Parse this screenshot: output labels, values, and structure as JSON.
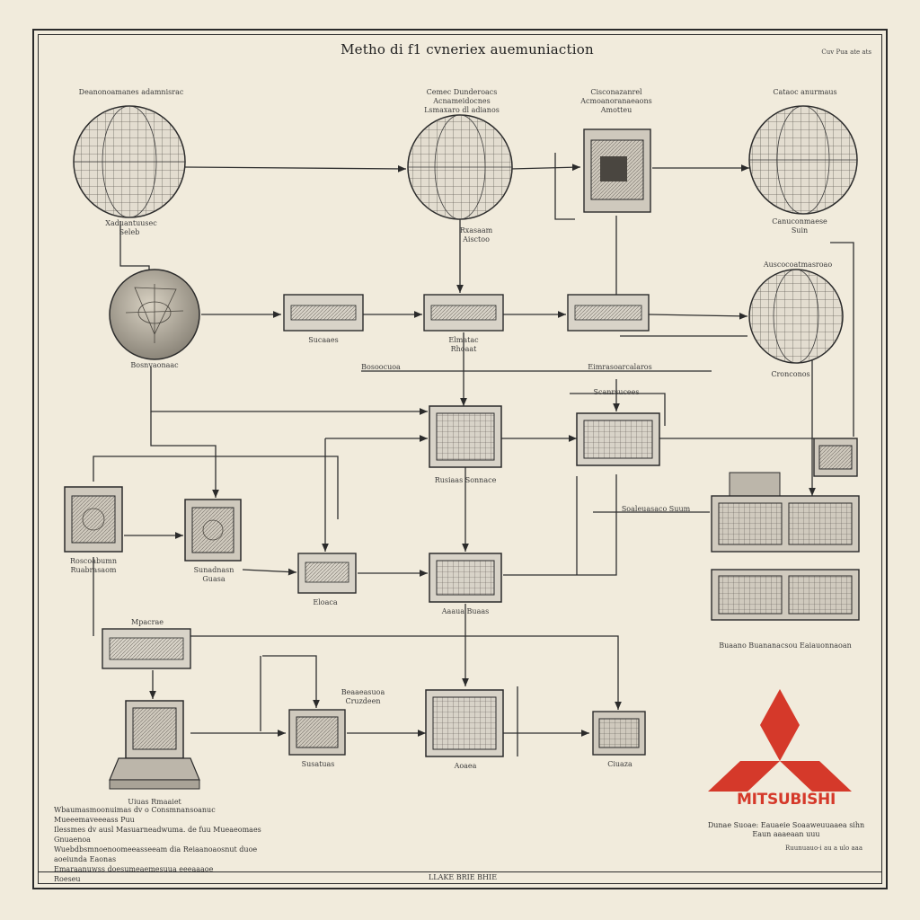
{
  "title": "Metho di f1 cvneriex auemuniaction",
  "corner_note": "Cuv  Pua ate ats",
  "footer": "LLAKE  BRIE  BHIE",
  "captions": {
    "globe_tl_top": "Deanonoamanes adamnisrac",
    "globe_tl_bottom": "Xaduantuusec",
    "globe_tl_mid": "Seleb",
    "globe_tc_top": "Cemec Dunderoacs Acnameidocnes Lsmaxaro dl adianos",
    "globe_tc_bottom": "Rxasaam Aisctoo",
    "monitor_top": "Cisconazanrel Acmoanoranaeaons Amotteu",
    "globe_tr_top": "Cataoc anurmaus",
    "globe_tr_bottom": "Canuconmaese Suin",
    "sphere_mid_top": "Auscocoatmasroao",
    "sphere_mid_bottom": "Cronconos",
    "core_bottom": "Bosnvaonaac",
    "box1_bottom": "Sucaaes",
    "box2_bottom": "Elmatac Rhoaat",
    "box3_bottom": "",
    "bus_left": "Bosoocuoa",
    "bus_right": "Eimrasoarcalaros",
    "grid1_bottom": "Rusiaas Sonnace",
    "grid2_top": "Scanrsucees",
    "panel_left_bottom": "Roscoabumn Ruabrasaom",
    "panel_mid_bottom": "Sunadnasn Guasa",
    "small_panel_bottom": "Eloaca",
    "grid3_bottom": "Aaaua Buaas",
    "rack_left": "Soaleuasaco  Suum",
    "rack_bottom": "Buaano Buananacsou Eaiauonnaoan",
    "bar_top": "Mpacrae",
    "lower_left_panel_bottom": "Uiuas Rmaaiet",
    "lower_center_top": "Beaaeasuoa Cruzdeen",
    "lower_mid_bottom": "Susatuas",
    "lower_grid_bottom": "Aoaea",
    "lower_right_bottom": "Ciuaza"
  },
  "caption_block": [
    "Wbaumasmoonuimas dv o Consmnansoanuc  Mueeemaveeeass  Puu",
    "Ilessmes dv  ausl  Masuarneadwuma. de fuu  Mueaeomaes  Gnuaenoa",
    "Wuebdbsmnoenoomeeasseeam dia Reiaanoaosnut duoe  aoeiunda  Eaonas",
    "Emaraanuwss  doesumeaemesuua eeeaaaoe",
    "Roeseu"
  ],
  "brand": {
    "name": "MITSUBISHI",
    "color": "#d5392a",
    "description": "Dunae Suoae: Eauaeie Soaaweuuaaea sihn Eaun aaaeaan uuu",
    "code": "Ruunuauo-i au a ulo aaa"
  },
  "colors": {
    "paper": "#f1ebdc",
    "ink": "#2b2b2b",
    "box_fill": "#d8d3c8",
    "globe_fill": "#e3ddd0",
    "logo_red": "#d5392a"
  }
}
